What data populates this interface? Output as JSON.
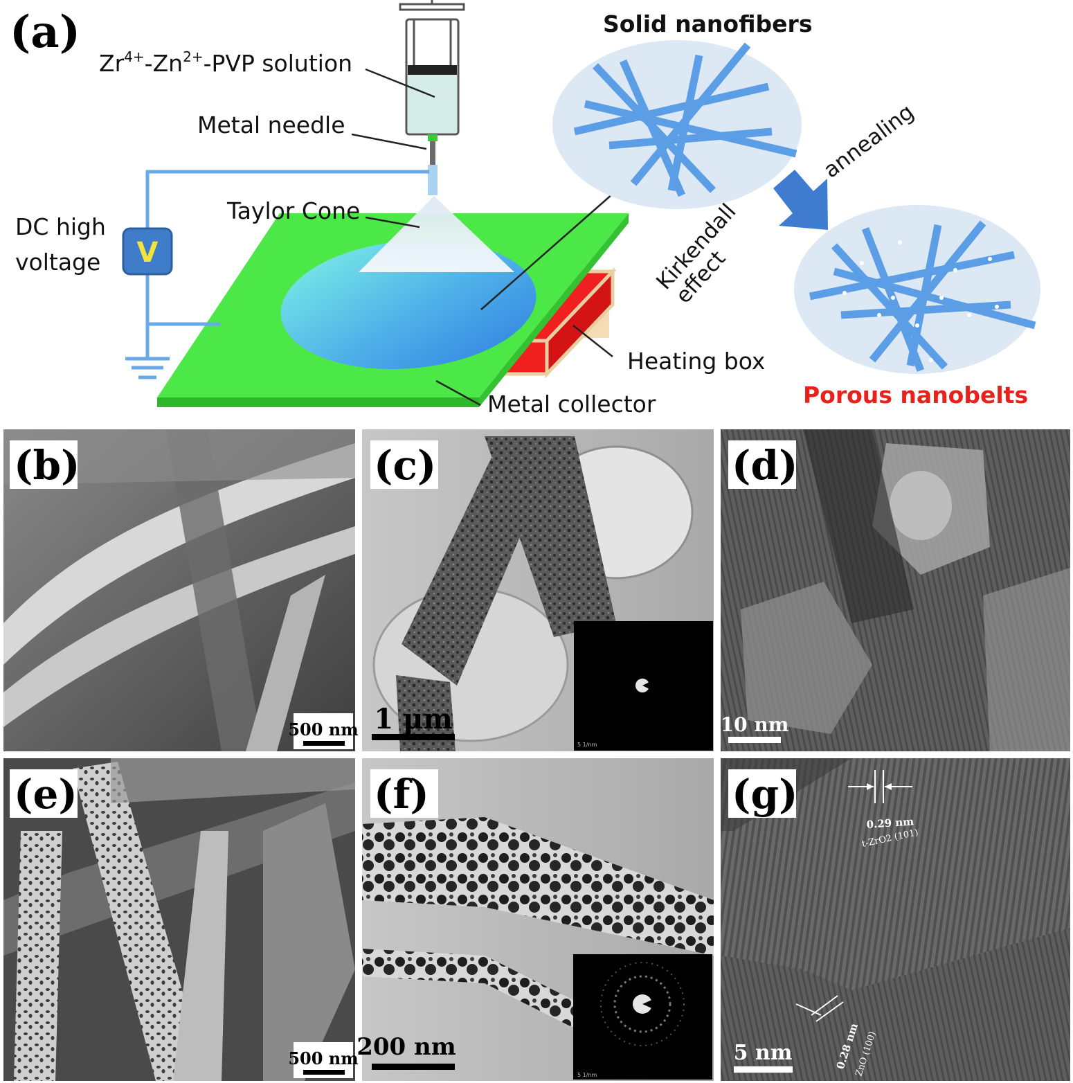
{
  "panel_a": {
    "label": "(a)",
    "solution_prefix": "Zr",
    "solution_sup1": "4+",
    "solution_mid": "-Zn",
    "solution_sup2": "2+",
    "solution_suffix": "-PVP solution",
    "metal_needle": "Metal needle",
    "taylor_cone": "Taylor Cone",
    "dc_high": "DC high",
    "voltage": "voltage",
    "voltmeter_symbol": "V",
    "heating_box": "Heating box",
    "metal_collector": "Metal collector",
    "solid_nanofibers": "Solid nanofibers",
    "annealing": "annealing",
    "kirkendall": "Kirkendall",
    "effect": "effect",
    "porous_nanobelts": "Porous nanobelts"
  },
  "micrographs": [
    {
      "label": "(b)",
      "scale": "500 nm"
    },
    {
      "label": "(c)",
      "scale": "1 μm"
    },
    {
      "label": "(d)",
      "scale": "10 nm"
    },
    {
      "label": "(e)",
      "scale": "500 nm"
    },
    {
      "label": "(f)",
      "scale": "200 nm"
    },
    {
      "label": "(g)",
      "scale": "5 nm"
    }
  ],
  "inset_scale": "5 1/nm",
  "annotations": {
    "g_top_value": "0.29 nm",
    "g_top_phase": "t-ZrO2 (101)",
    "g_bottom_value": "0.28 nm",
    "g_bottom_phase": "ZnO (100)"
  },
  "colors": {
    "accent_red": "#e8221b",
    "fiber_blue": "#5b9ee6",
    "ellipse_bg": "#dce9f5",
    "collector_green": "#4de34a",
    "heater_red": "#f01818",
    "wire_blue": "#6aa9e8"
  }
}
